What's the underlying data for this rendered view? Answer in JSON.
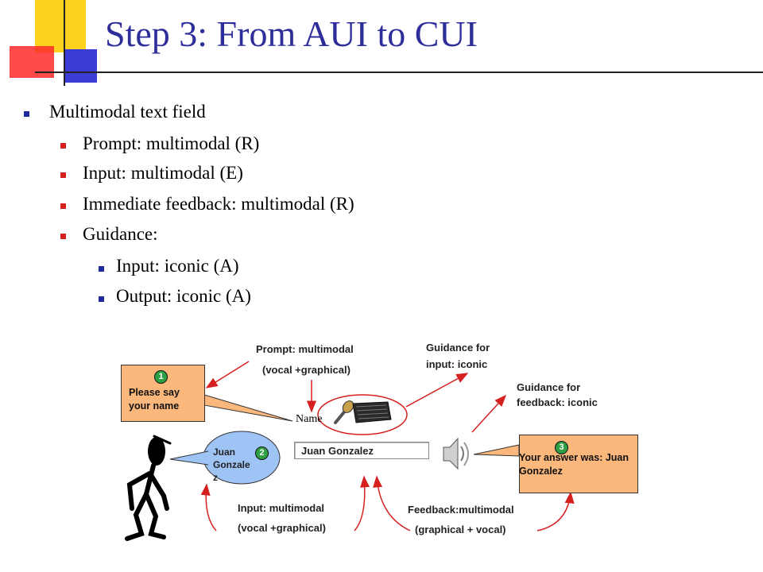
{
  "title": "Step 3: From AUI to CUI",
  "bullets": {
    "l1": "Multimodal text field",
    "l2a": "Prompt: multimodal (R)",
    "l2b": "Input: multimodal (E)",
    "l2c": "Immediate feedback: multimodal (R)",
    "l2d": "Guidance:",
    "l3a": "Input: iconic (A)",
    "l3b": "Output: iconic (A)"
  },
  "diagram": {
    "prompt_label_1": "Prompt: multimodal",
    "prompt_label_2": "(vocal +graphical)",
    "guidance_input_1": "Guidance for",
    "guidance_input_2": "input: iconic",
    "guidance_feedback_1": "Guidance for",
    "guidance_feedback_2": "feedback: iconic",
    "callout1_num": "1",
    "callout1_text": "Please say your name",
    "callout2_num": "2",
    "callout2_text": "Juan Gonzale z",
    "callout3_num": "3",
    "callout3_text": "Your answer was: Juan Gonzalez",
    "field_label": "Name",
    "field_value": "Juan Gonzalez",
    "input_label_1": "Input: multimodal",
    "input_label_2": "(vocal +graphical)",
    "feedback_label_1": "Feedback:multimodal",
    "feedback_label_2": "(graphical + vocal)"
  },
  "colors": {
    "title": "#2e2e9a",
    "callout": "#fbb77c",
    "speech_bubble": "#9ec4f5",
    "badge": "#2ea043",
    "arrow": "#d62020"
  }
}
